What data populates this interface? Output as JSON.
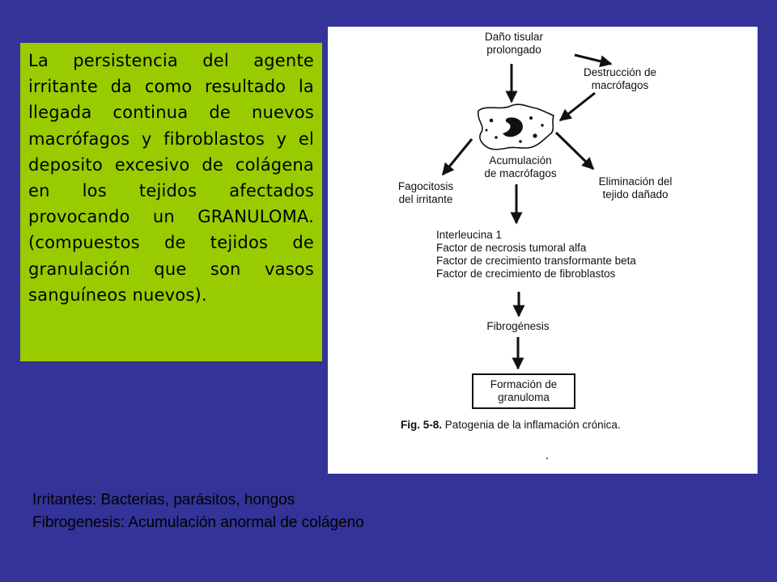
{
  "explanation": {
    "text": "La persistencia del agente irritante da como resultado la llegada continua de nuevos macrófagos y fibroblastos y el deposito excesivo de colágena en los tejidos afectados provocando un GRANULOMA. (compuestos de tejidos de granulación que son vasos sanguíneos nuevos)."
  },
  "diagram": {
    "nodes": {
      "dano_line1": "Daño tisular",
      "dano_line2": "prolongado",
      "destruccion_line1": "Destrucción de",
      "destruccion_line2": "macrófagos",
      "acumulacion_line1": "Acumulación",
      "acumulacion_line2": "de macrófagos",
      "fagocitosis_line1": "Fagocitosis",
      "fagocitosis_line2": "del irritante",
      "eliminacion_line1": "Eliminación del",
      "eliminacion_line2": "tejido dañado",
      "factors": [
        "Interleucina 1",
        "Factor de necrosis tumoral alfa",
        "Factor de crecimiento transformante beta",
        "Factor de crecimiento de fibroblastos"
      ],
      "fibrogenesis": "Fibrogénesis",
      "granuloma_line1": "Formación de",
      "granuloma_line2": "granuloma"
    },
    "caption_label": "Fig. 5-8.",
    "caption_text": "Patogenia de la inflamación crónica."
  },
  "notes": {
    "irritantes": "Irritantes: Bacterias, parásitos, hongos",
    "fibrogenesis": "Fibrogenesis: Acumulación anormal de colágeno"
  },
  "colors": {
    "background": "#333399",
    "text_box": "#99CC00",
    "figure_background": "#FFFFFF"
  }
}
